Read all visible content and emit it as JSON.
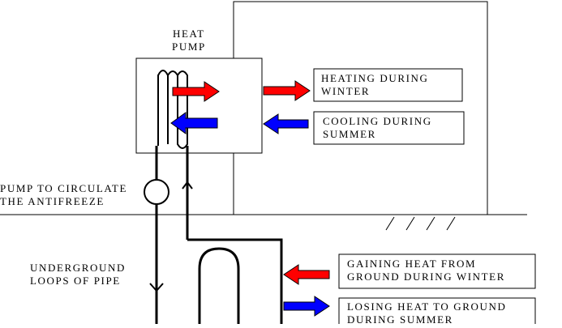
{
  "labels": {
    "heat_pump_line1": "HEAT",
    "heat_pump_line2": "PUMP",
    "pump_line1": "PUMP TO CIRCULATE",
    "pump_line2": "THE ANTIFREEZE",
    "loops_line1": "UNDERGROUND",
    "loops_line2": "LOOPS OF PIPE"
  },
  "callouts": {
    "heating_line1": "HEATING DURING",
    "heating_line2": "WINTER",
    "cooling_line1": "COOLING DURING",
    "cooling_line2": "SUMMER",
    "gaining_line1": "GAINING HEAT FROM",
    "gaining_line2": "GROUND DURING WINTER",
    "losing_line1": "LOSING HEAT TO GROUND",
    "losing_line2": "DURING SUMMER"
  },
  "colors": {
    "heating": "#ff0000",
    "cooling": "#0000ff",
    "line": "#000000"
  }
}
